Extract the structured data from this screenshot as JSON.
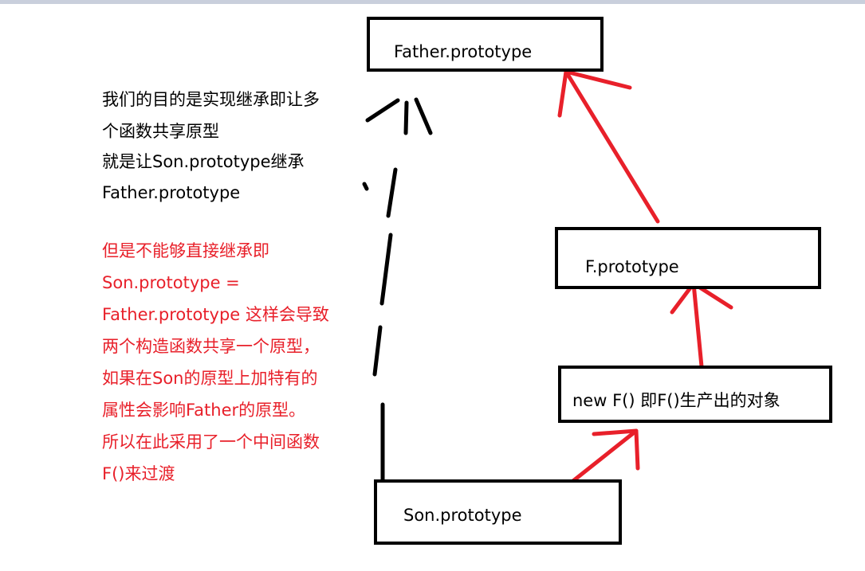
{
  "boxes": {
    "father": "Father.prototype",
    "f": "F.prototype",
    "object": "new F()  即F()生产出的对象",
    "son": "Son.prototype"
  },
  "note_black": [
    "我们的目的是实现继承即让多",
    "个函数共享原型",
    "就是让Son.prototype继承",
    "Father.prototype"
  ],
  "note_red": [
    "但是不能够直接继承即",
    "Son.prototype  =",
    "Father.prototype   这样会导致",
    "两个构造函数共享一个原型，",
    "如果在Son的原型上加特有的",
    "属性会影响Father的原型。",
    "所以在此采用了一个中间函数",
    "F()来过渡"
  ],
  "colors": {
    "red_arrow": "#e8202a",
    "black_line": "#000000",
    "top_strip": "#c9cfdc"
  }
}
